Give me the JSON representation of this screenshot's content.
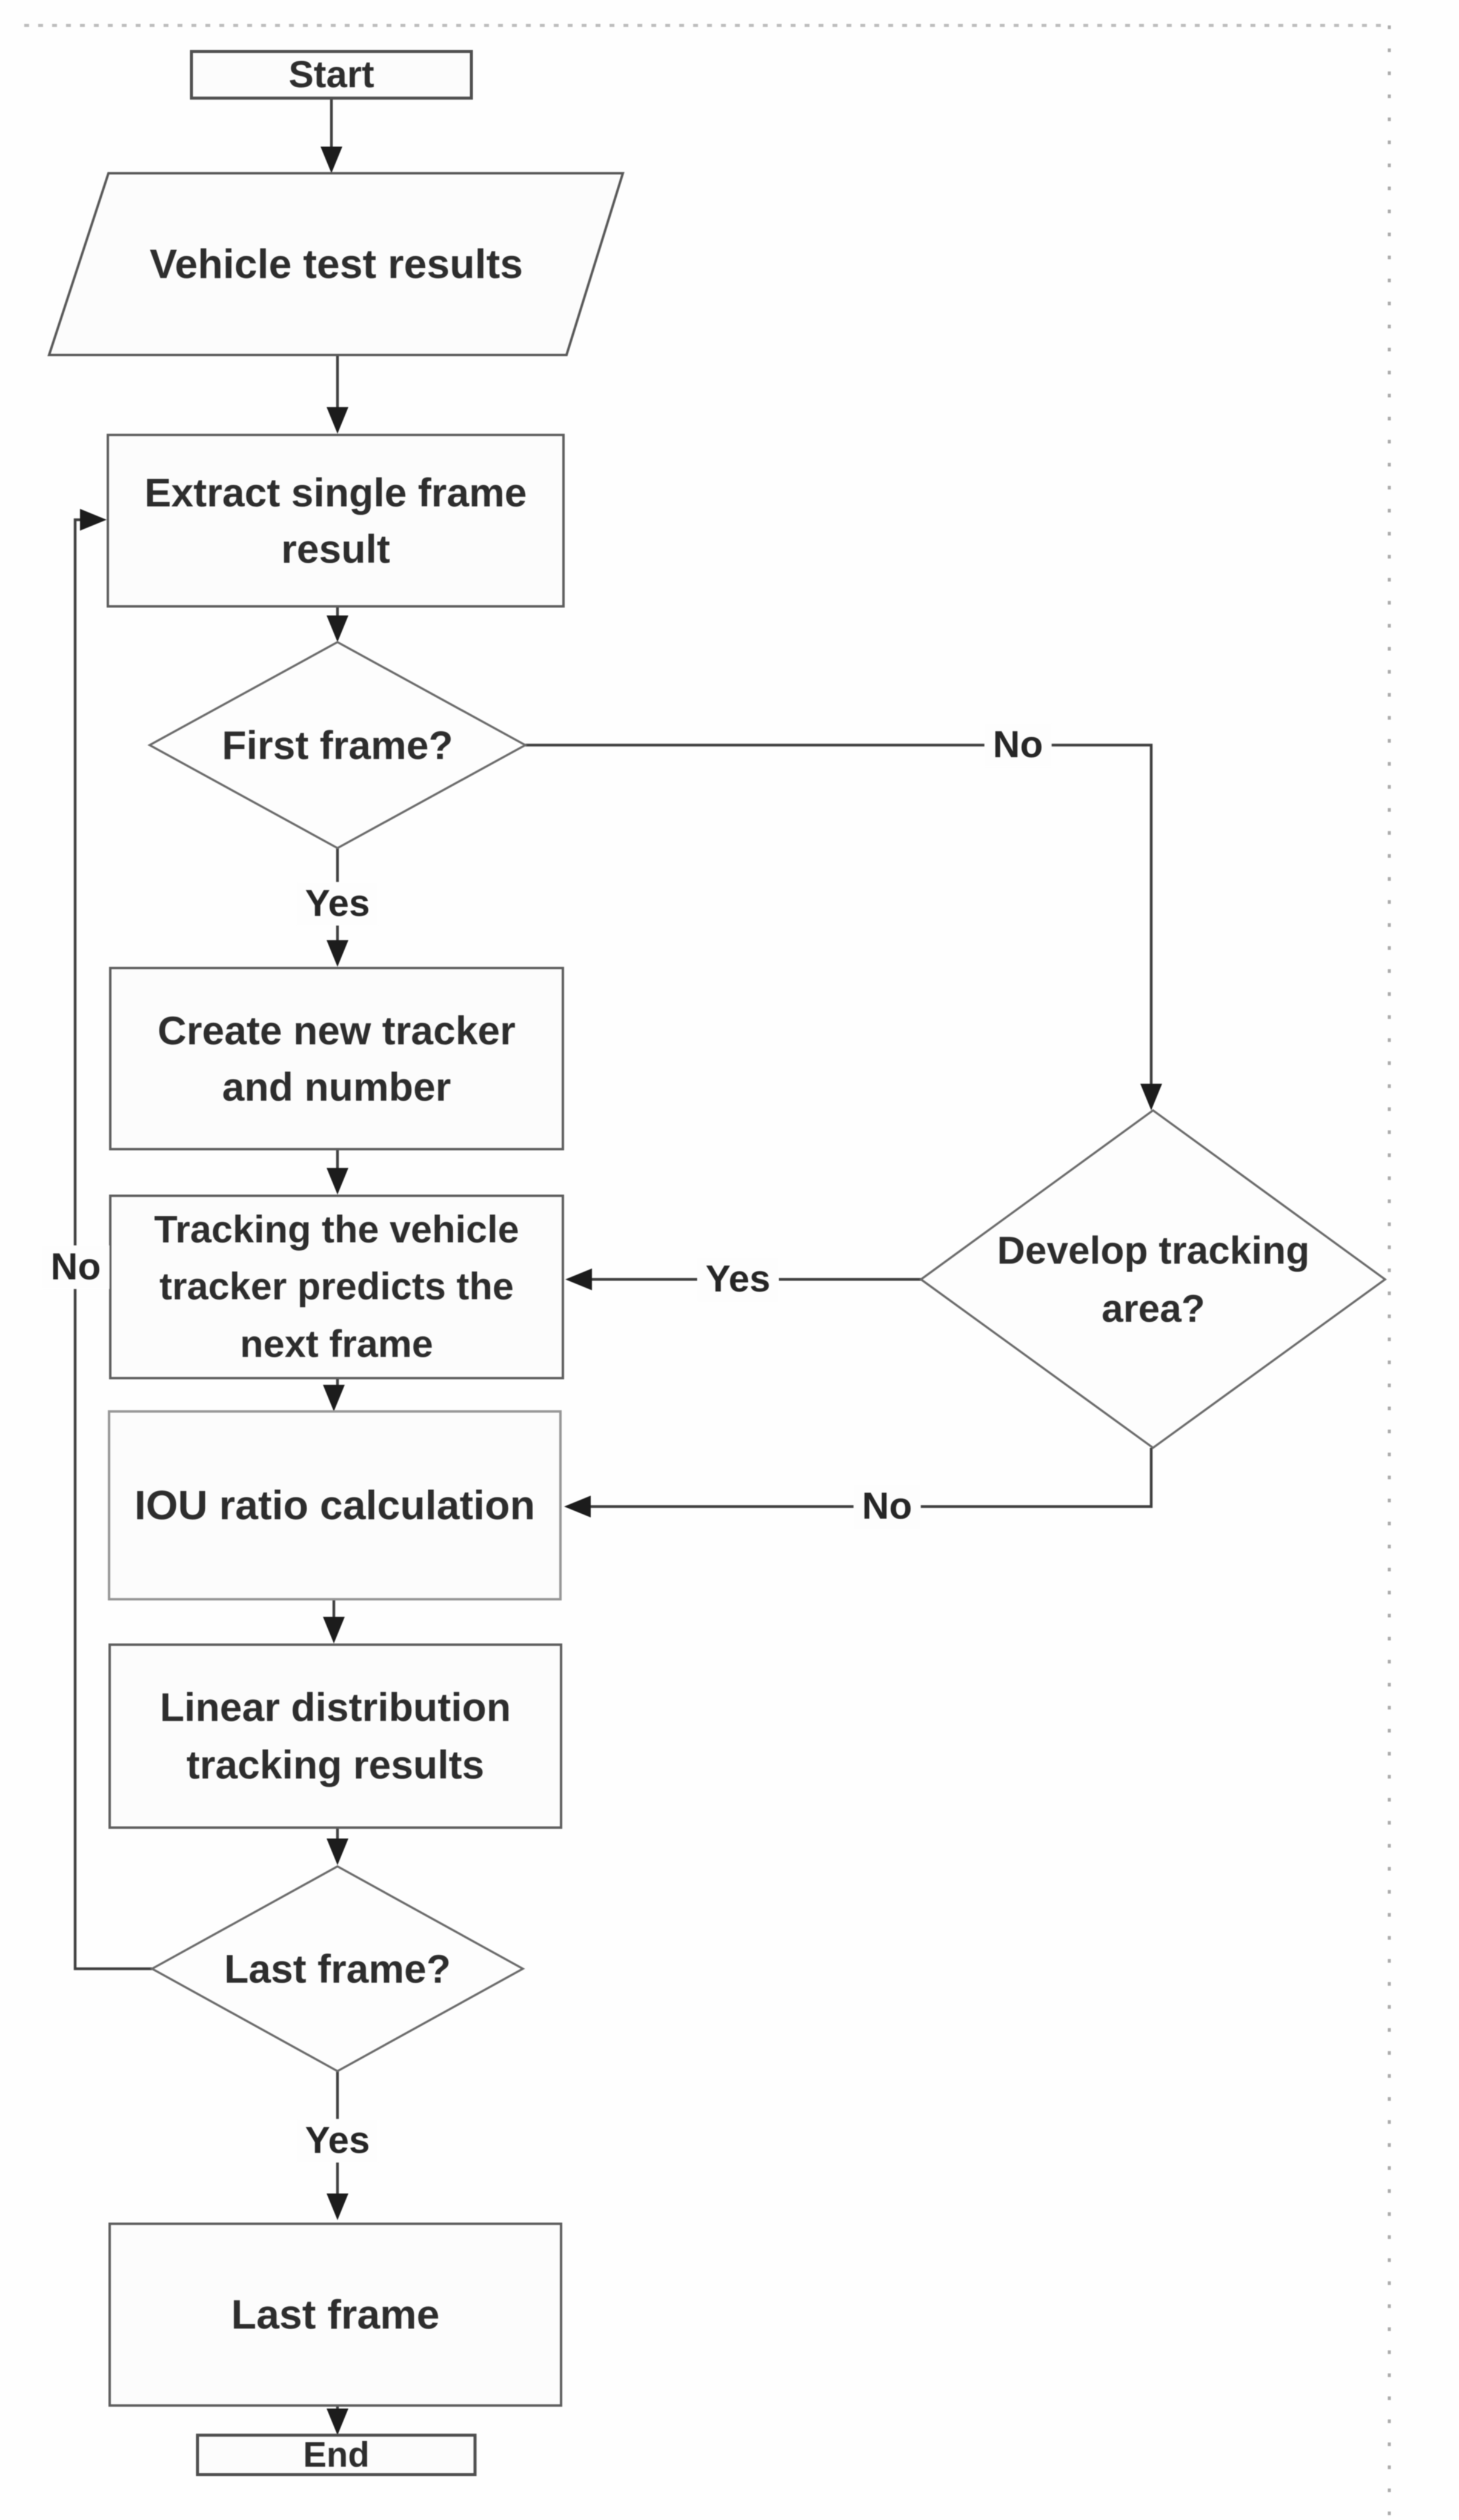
{
  "colors": {
    "background": "#fefefe",
    "box_fill": "#fcfcfc",
    "box_border": "#5e5e5e",
    "box_border_light": "#979797",
    "connector": "#3f3f3f",
    "arrowhead": "#1c1c1c",
    "text": "#2d2d2d",
    "dotted_guide": "#b5b5b5"
  },
  "flowchart": {
    "nodes": {
      "start": {
        "type": "terminator",
        "label": "Start"
      },
      "vehicle_test_results": {
        "type": "input-output",
        "label": "Vehicle test results"
      },
      "extract_single_frame_result": {
        "type": "process",
        "label": "Extract single frame\nresult"
      },
      "first_frame": {
        "type": "decision",
        "label": "First frame?"
      },
      "create_new_tracker": {
        "type": "process",
        "label": "Create new tracker\nand number"
      },
      "tracking_vehicle_tracker": {
        "type": "process",
        "label": "Tracking the vehicle\ntracker predicts the\nnext frame"
      },
      "develop_tracking_area": {
        "type": "decision",
        "label": "Develop tracking\narea?"
      },
      "iou_ratio_calculation": {
        "type": "process",
        "label": "IOU ratio calculation"
      },
      "linear_distribution": {
        "type": "process",
        "label": "Linear distribution\ntracking results"
      },
      "last_frame_decision": {
        "type": "decision",
        "label": "Last frame?"
      },
      "last_frame": {
        "type": "process",
        "label": "Last frame"
      },
      "end": {
        "type": "terminator",
        "label": "End"
      }
    },
    "edge_labels": {
      "first_frame_no": "No",
      "first_frame_yes": "Yes",
      "develop_area_yes": "Yes",
      "develop_area_no": "No",
      "last_frame_no": "No",
      "last_frame_yes": "Yes"
    }
  }
}
